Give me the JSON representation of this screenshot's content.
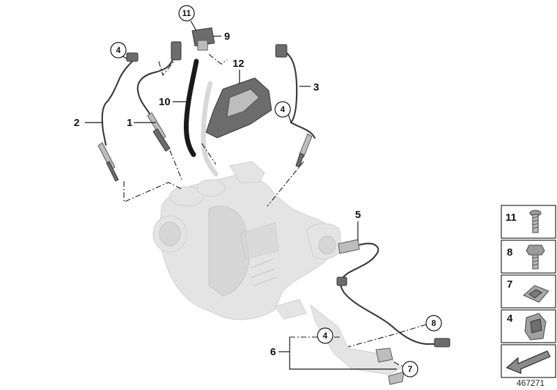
{
  "callouts": {
    "c1": "1",
    "c2": "2",
    "c3": "3",
    "c4a": "4",
    "c4b": "4",
    "c4c": "4",
    "c5": "5",
    "c6": "6",
    "c7": "7",
    "c8": "8",
    "c9": "9",
    "c10": "10",
    "c11": "11",
    "c12": "12"
  },
  "legend": {
    "items": [
      "11",
      "8",
      "7",
      "4"
    ]
  },
  "diagram_id": "467271"
}
